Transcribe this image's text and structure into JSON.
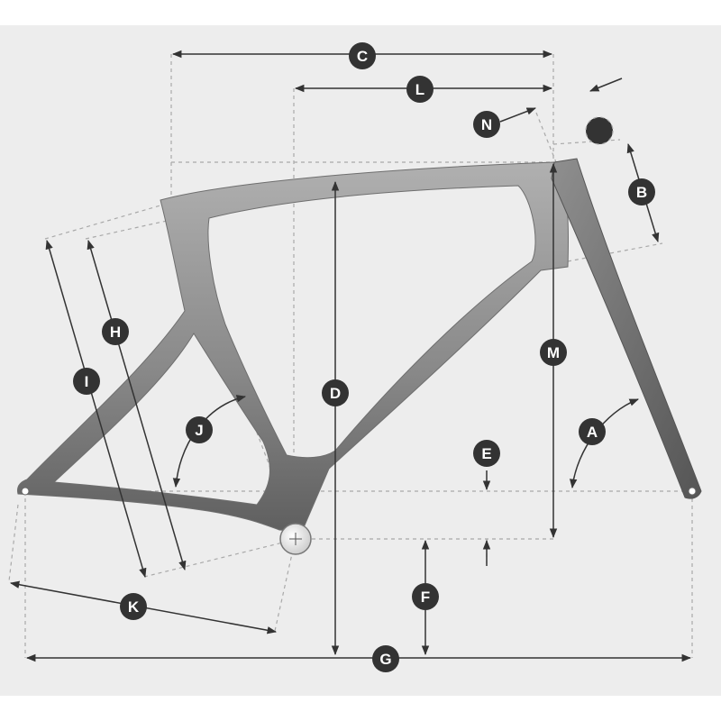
{
  "colors": {
    "background": "#ededed",
    "frame_light": "#a8a8a8",
    "frame_dark": "#5a5a5a",
    "dimension_line": "#333333",
    "dashed_guide": "#a9a9a9",
    "badge_fill": "#333333",
    "badge_text": "#ffffff"
  },
  "labels": {
    "A": "A",
    "B": "B",
    "C": "C",
    "D": "D",
    "E": "E",
    "F": "F",
    "G": "G",
    "H": "H",
    "I": "I",
    "J": "J",
    "K": "K",
    "L": "L",
    "M": "M",
    "N": "N"
  }
}
